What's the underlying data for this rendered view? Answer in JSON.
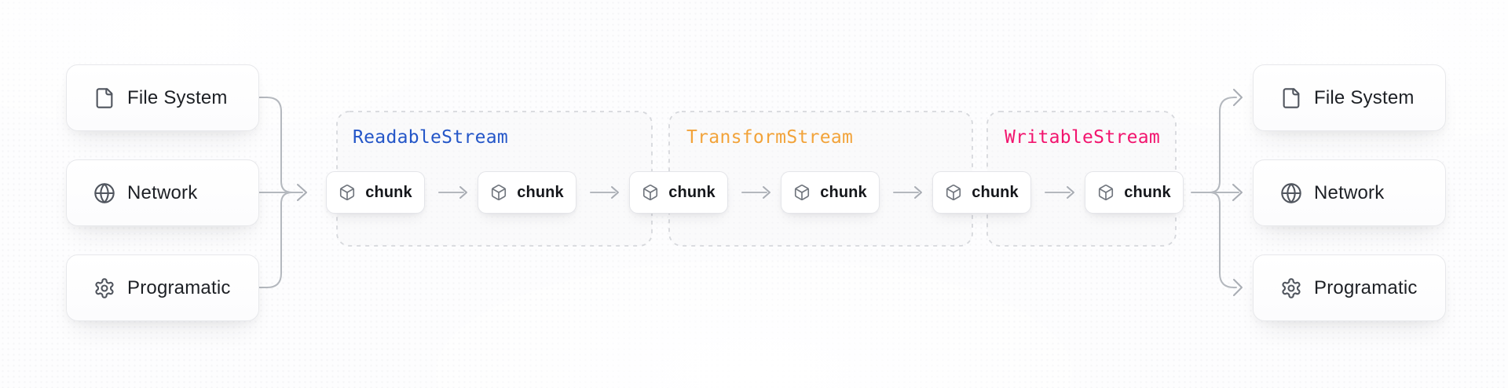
{
  "diagram": {
    "sources": [
      {
        "label": "File System",
        "icon": "file-icon"
      },
      {
        "label": "Network",
        "icon": "globe-icon"
      },
      {
        "label": "Programatic",
        "icon": "gear-icon"
      }
    ],
    "destinations": [
      {
        "label": "File System",
        "icon": "file-icon"
      },
      {
        "label": "Network",
        "icon": "globe-icon"
      },
      {
        "label": "Programatic",
        "icon": "gear-icon"
      }
    ],
    "streams": [
      {
        "label": "ReadableStream",
        "color": "#2456c8"
      },
      {
        "label": "TransformStream",
        "color": "#f2a33a"
      },
      {
        "label": "WritableStream",
        "color": "#f2146e"
      }
    ],
    "chunks": [
      "chunk",
      "chunk",
      "chunk",
      "chunk",
      "chunk",
      "chunk"
    ],
    "colors": {
      "connector": "#b4b8be",
      "arrowhead": "#a8acb3",
      "dashed_border": "#d6d8dc",
      "card_border": "#e7e8eb",
      "card_text": "#1d2025",
      "chunk_text": "#15171b",
      "icon_gray": "#50555e",
      "background": "#fdfdfe"
    }
  }
}
